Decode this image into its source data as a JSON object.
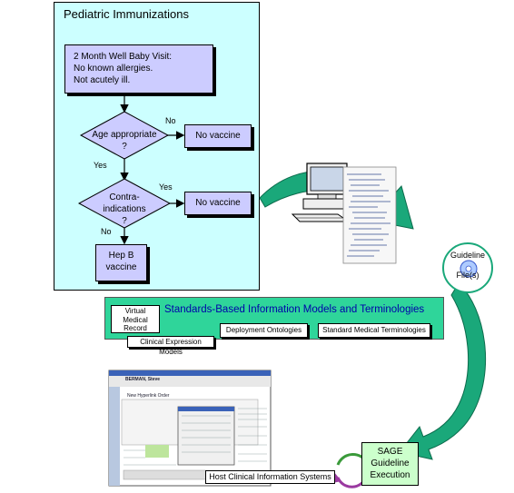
{
  "flowchart": {
    "title": "Pediatric Immunizations",
    "visit_box": [
      "2 Month Well Baby Visit:",
      "No known allergies.",
      "Not acutely ill."
    ],
    "decision_age": [
      "Age appropriate",
      "?"
    ],
    "decision_contra": [
      "Contra-",
      "indications",
      "?"
    ],
    "no_vaccine_1": "No vaccine",
    "no_vaccine_2": "No vaccine",
    "hepb": [
      "Hep B",
      "vaccine"
    ],
    "label_no_1": "No",
    "label_yes_1": "Yes",
    "label_yes_2": "Yes",
    "label_no_2": "No"
  },
  "guideline_file": [
    "Guideline",
    "File(s)"
  ],
  "standards": {
    "title": "Standards-Based Information Models and Terminologies",
    "virtual_medical_record": [
      "Virtual",
      "Medical",
      "Record"
    ],
    "clinical_expression_models": "Clinical Expression Models",
    "deployment_ontologies": "Deployment Ontologies",
    "standard_medical_terminologies": "Standard Medical Terminologies"
  },
  "sage": [
    "SAGE",
    "Guideline",
    "Execution"
  ],
  "host": "Host Clinical Information Systems",
  "ehr_screen": {
    "patient_name": "BERMAN, Steve",
    "form_title": "New Hyperlink Order"
  },
  "colors": {
    "flow_panel": "#ccffff",
    "flow_box": "#ccccff",
    "standards_panel": "#2fd59a",
    "standards_title": "#0000aa",
    "sage_box": "#ccffcc",
    "arrow_fill": "#1aa87a"
  },
  "icons": [
    "computer-workstation-icon",
    "cd-disc-icon",
    "cycle-arrows-icon",
    "ehr-screenshot-image"
  ]
}
